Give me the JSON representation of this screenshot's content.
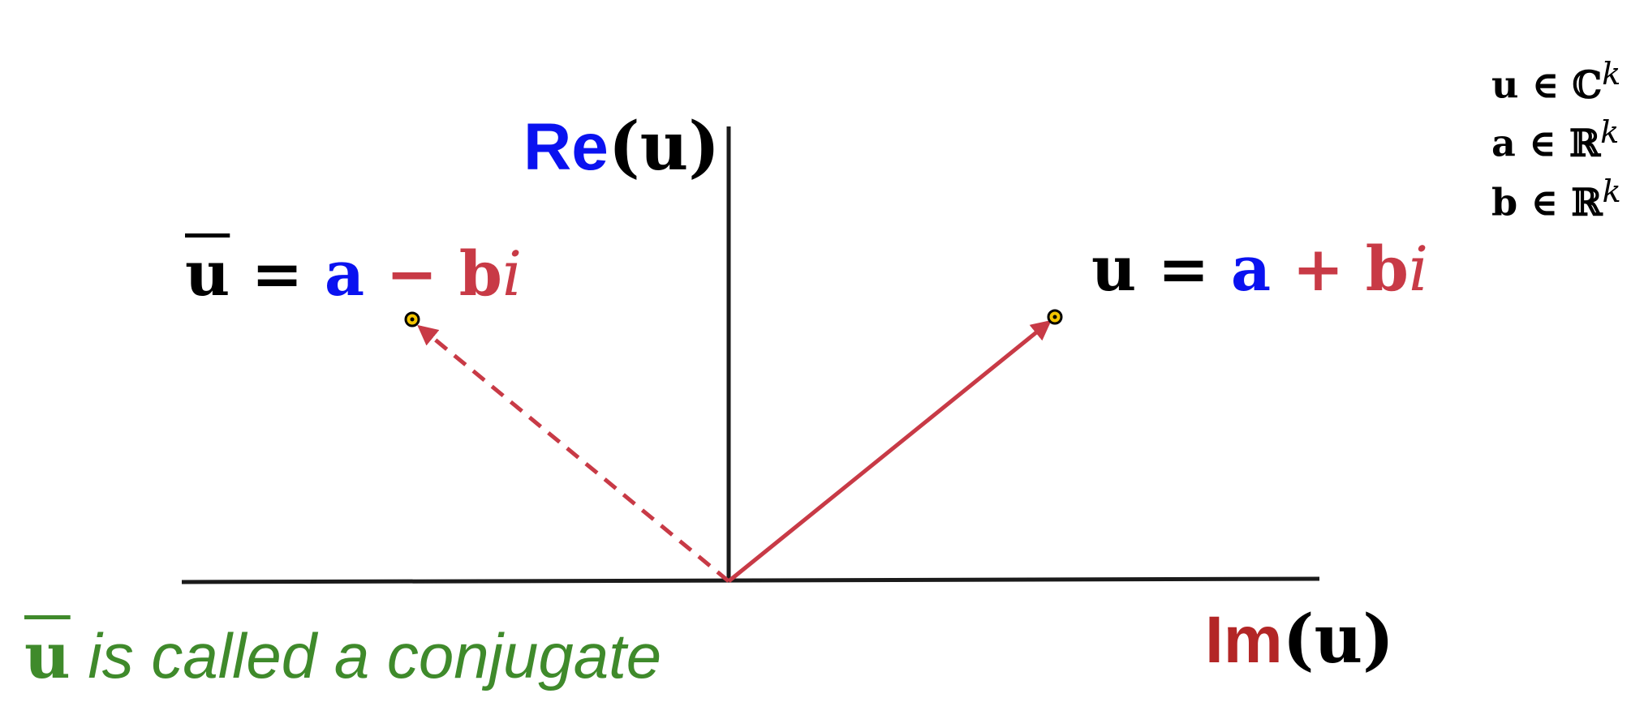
{
  "colors": {
    "axis": "#1a1a1a",
    "vector": "#c83a46",
    "blue": "#0a12f0",
    "red": "#c83a46",
    "dark_red": "#b32626",
    "green": "#3f8a2b",
    "black": "#000000"
  },
  "axes": {
    "vertical": {
      "name": "Re",
      "arg": "(u)",
      "word_color": "blue"
    },
    "horizontal": {
      "name": "Im",
      "arg": "(u)",
      "word_color": "dark_red"
    }
  },
  "vectors": [
    {
      "id": "u",
      "style": "solid",
      "endpoint": "point"
    },
    {
      "id": "u_conj",
      "style": "dashed",
      "endpoint": "point"
    }
  ],
  "equations": {
    "conjugate": {
      "lhs": "u",
      "eq": "=",
      "a": "a",
      "op": "−",
      "b": "b",
      "i": "i"
    },
    "u": {
      "lhs": "u",
      "eq": "=",
      "a": "a",
      "op": "+",
      "b": "b",
      "i": "i"
    }
  },
  "sets": [
    {
      "var": "u",
      "in": "∈",
      "field": "ℂ",
      "exp": "k"
    },
    {
      "var": "a",
      "in": "∈",
      "field": "ℝ",
      "exp": "k"
    },
    {
      "var": "b",
      "in": "∈",
      "field": "ℝ",
      "exp": "k"
    }
  ],
  "caption": {
    "symbol": "u",
    "text": " is called a conjugate"
  }
}
